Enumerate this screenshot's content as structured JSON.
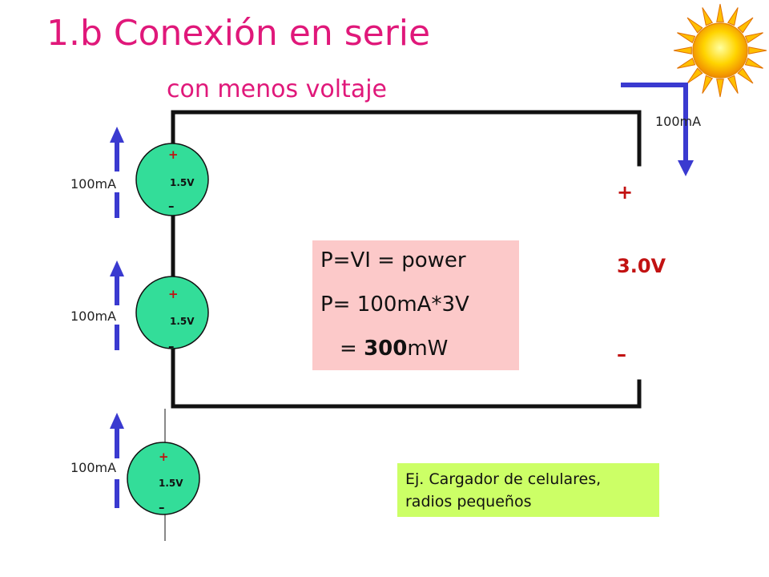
{
  "slide": {
    "title": "1.b Conexión en serie",
    "subtitle": "con menos voltaje"
  },
  "circuit": {
    "loop_current": "100mA",
    "cells": [
      {
        "plus": "+",
        "voltage": "1.5V",
        "minus": "–",
        "current": "100mA"
      },
      {
        "plus": "+",
        "voltage": "1.5V",
        "minus": "–",
        "current": "100mA"
      },
      {
        "plus": "+",
        "voltage": "1.5V",
        "minus": "–",
        "current": "100mA"
      }
    ],
    "output": {
      "plus": "+",
      "voltage": "3.0V",
      "minus": "–"
    }
  },
  "power_box": {
    "line1": "P=VI = power",
    "line2": "P= 100mA*3V",
    "line3_prefix": "= ",
    "line3_bold": "300",
    "line3_suffix": "mW"
  },
  "note": {
    "line1": "Ej. Cargador de celulares,",
    "line2": "radios pequeños"
  },
  "colors": {
    "title": "#e0187a",
    "battery_fill": "#33dd99",
    "arrow": "#3a3ad0",
    "power_box": "#fcc9c9",
    "note_box": "#ccff66",
    "polarity": "#c21212"
  },
  "icons": {
    "sun": "sun-icon"
  }
}
